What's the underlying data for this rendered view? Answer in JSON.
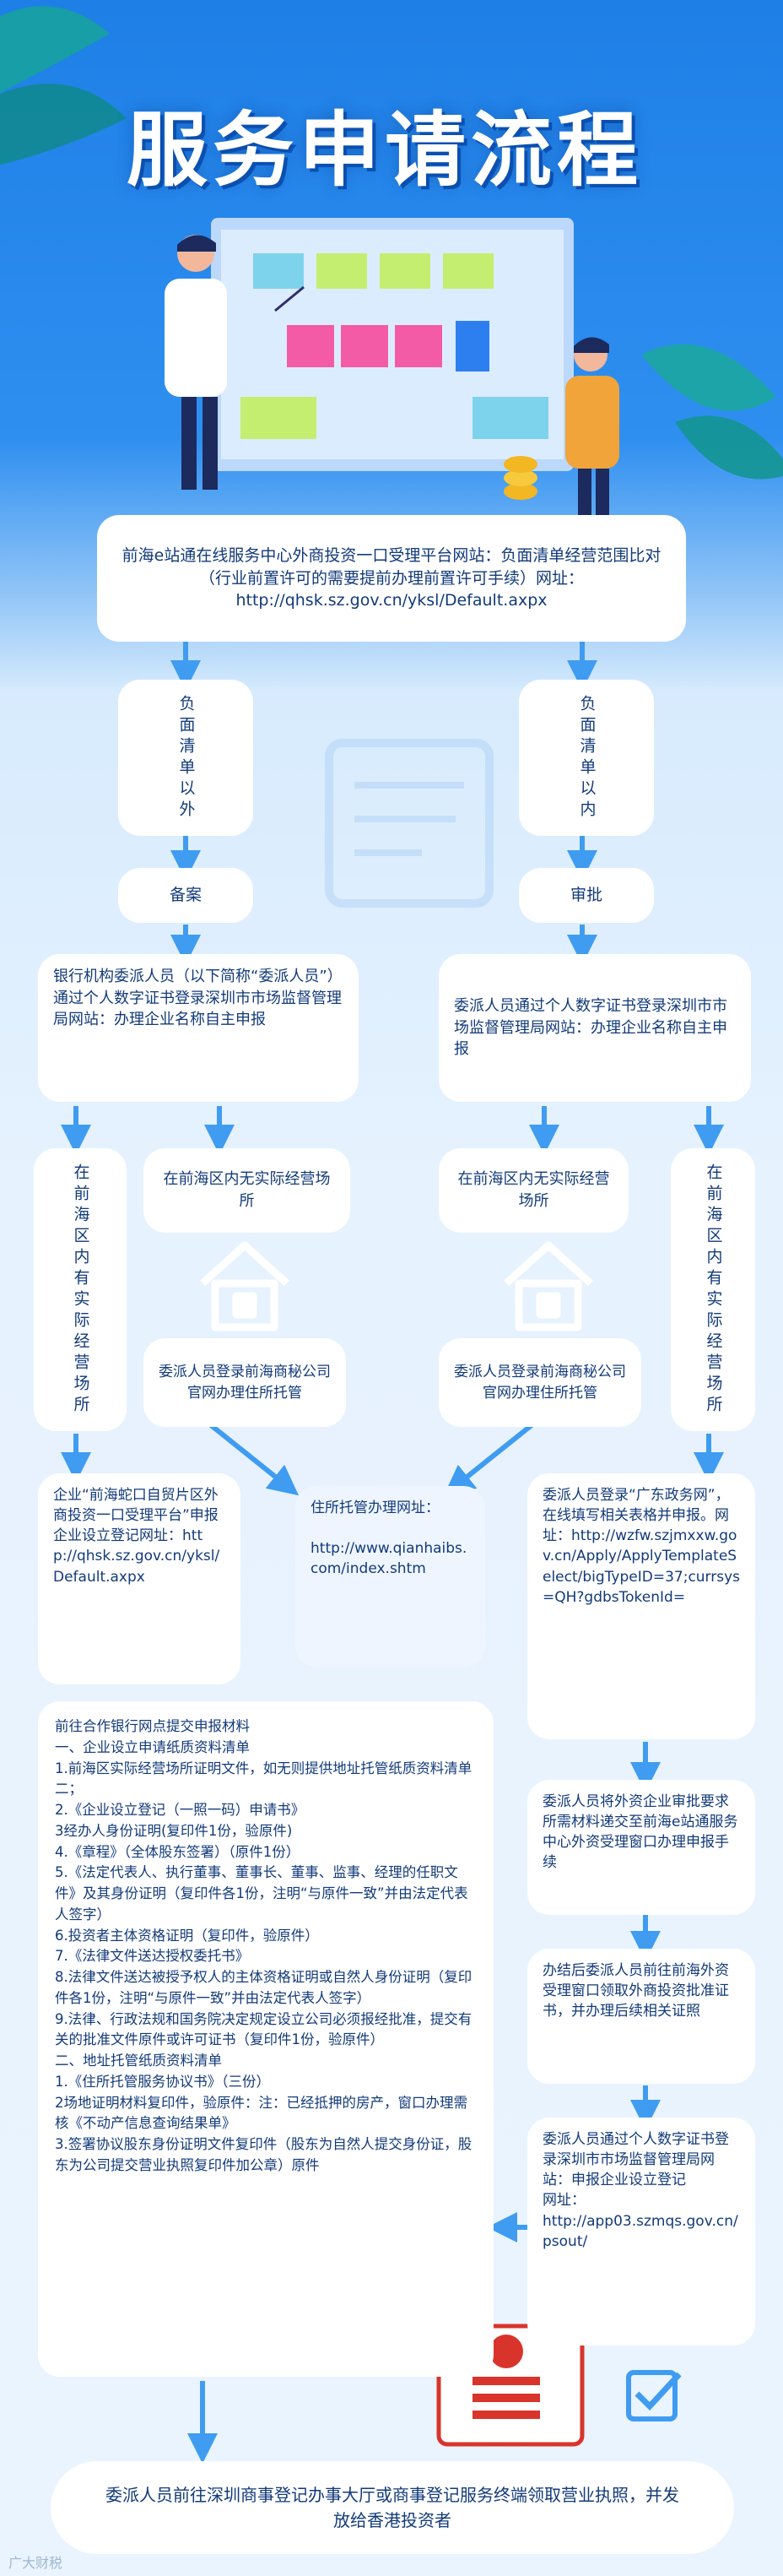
{
  "title": "服务申请流程",
  "colors": {
    "primary": "#1e7fe6",
    "arrow": "#3f9cf0",
    "box_text": "#123a7a",
    "seal_red": "#d9342b"
  },
  "boxes": {
    "top": "前海e站通在线服务中心外商投资一口受理平台网站：负面清单经营范围比对（行业前置许可的需要提前办理前置许可手续）网址：http://qhsk.sz.gov.cn/yksl/Default.axpx",
    "neg_outside": "负面清单以外",
    "neg_inside": "负面清单以内",
    "filing": "备案",
    "approval": "审批",
    "bank_delegate": "银行机构委派人员（以下简称“委派人员”）通过个人数字证书登录深圳市市场监督管理局网站：办理企业名称自主申报",
    "delegate_name_right": "委派人员通过个人数字证书登录深圳市市场监督管理局网站：办理企业名称自主申报",
    "has_site_left": "在前海区内有实际经营场所",
    "no_site_left": "在前海区内无实际经营场所",
    "no_site_right": "在前海区内无实际经营场所",
    "has_site_right": "在前海区内有实际经营场所",
    "custody_left": "委派人员登录前海商秘公司官网办理住所托管",
    "custody_right": "委派人员登录前海商秘公司官网办理住所托管",
    "qianhai_apply": "企业“前海蛇口自贸片区外商投资一口受理平台”申报企业设立登记网址：http://qhsk.sz.gov.cn/yksl/Default.axpx",
    "custody_site": "住所托管办理网址：\n\nhttp://www.qianhaibs.com/index.shtm",
    "gd_gov": "委派人员登录“广东政务网”，在线填写相关表格并申报。网址：http://wzfw.szjmxxw.gov.cn/Apply/ApplyTemplateSelect/bigTypeID=37;currsys=QH?gdbsTokenId=",
    "materials": "前往合作银行网点提交申报材料\n一、企业设立申请纸质资料清单\n1.前海区实际经营场所证明文件，如无则提供地址托管纸质资料清单二；\n2.《企业设立登记（一照一码）申请书》\n3经办人身份证明(复印件1份，验原件)\n4.《章程》（全体股东签署）（原件1份）\n5.《法定代表人、执行董事、董事长、董事、监事、经理的任职文件》及其身份证明（复印件各1份，注明“与原件一致”并由法定代表人签字）\n6.投资者主体资格证明（复印件，验原件）\n7.《法律文件送达授权委托书》\n8.法律文件送达被授予权人的主体资格证明或自然人身份证明（复印件各1份，注明“与原件一致”并由法定代表人签字）\n9.法律、行政法规和国务院决定规定设立公司必须报经批准，提交有关的批准文件原件或许可证书（复印件1份，验原件）\n二、地址托管纸质资料清单\n1.《住所托管服务协议书》（三份）\n2场地证明材料复印件，验原件：注：已经抵押的房产，窗口办理需核《不动产信息查询结果单》\n3.签署协议股东身份证明文件复印件（股东为自然人提交身份证，股东为公司提交营业执照复印件加公章）原件",
    "submit_window": "委派人员将外资企业审批要求所需材料递交至前海e站通服务中心外资受理窗口办理申报手续",
    "collect_cert": "办结后委派人员前往前海外资受理窗口领取外商投资批准证书，并办理后续相关证照",
    "amr_register": "委派人员通过个人数字证书登录深圳市市场监督管理局网站：申报企业设立登记\n网址：\nhttp://app03.szmqs.gov.cn/psout/",
    "bottom": "委派人员前往深圳商事登记办事大厅或商事登记服务终端领取营业执照，并发放给香港投资者"
  },
  "watermark": "广大财税"
}
